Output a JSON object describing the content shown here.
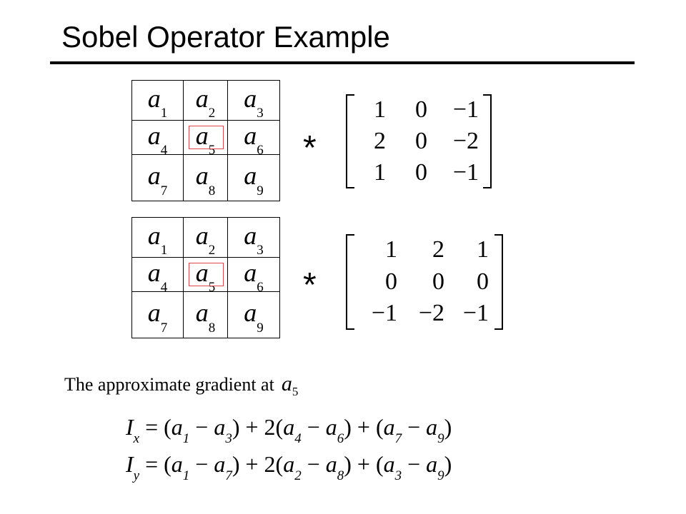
{
  "slide": {
    "title": "Sobel Operator Example",
    "caption_prefix": "The approximate gradient at",
    "caption_var": {
      "base": "a",
      "sub": "5"
    }
  },
  "neighborhood": [
    {
      "base": "a",
      "sub": "1"
    },
    {
      "base": "a",
      "sub": "2"
    },
    {
      "base": "a",
      "sub": "3"
    },
    {
      "base": "a",
      "sub": "4"
    },
    {
      "base": "a",
      "sub": "5"
    },
    {
      "base": "a",
      "sub": "6"
    },
    {
      "base": "a",
      "sub": "7"
    },
    {
      "base": "a",
      "sub": "8"
    },
    {
      "base": "a",
      "sub": "9"
    }
  ],
  "operator_symbol": "*",
  "kernels": {
    "gx": [
      [
        "1",
        "0",
        "−1"
      ],
      [
        "2",
        "0",
        "−2"
      ],
      [
        "1",
        "0",
        "−1"
      ]
    ],
    "gy": [
      [
        "1",
        "2",
        "1"
      ],
      [
        "0",
        "0",
        "0"
      ],
      [
        "−1",
        "−2",
        "−1"
      ]
    ]
  },
  "equations": {
    "ix": {
      "lhs_base": "I",
      "lhs_sub": "x",
      "parts": [
        "= (",
        "a",
        "1",
        " − ",
        "a",
        "3",
        ") + 2(",
        "a",
        "4",
        " − ",
        "a",
        "6",
        ") + (",
        "a",
        "7",
        " − ",
        "a",
        "9",
        ")"
      ]
    },
    "iy": {
      "lhs_base": "I",
      "lhs_sub": "y",
      "parts": [
        "= (",
        "a",
        "1",
        " − ",
        "a",
        "7",
        ") + 2(",
        "a",
        "2",
        " − ",
        "a",
        "8",
        ") + (",
        "a",
        "3",
        " − ",
        "a",
        "9",
        ")"
      ]
    }
  },
  "colors": {
    "highlight": "#e0474c"
  }
}
